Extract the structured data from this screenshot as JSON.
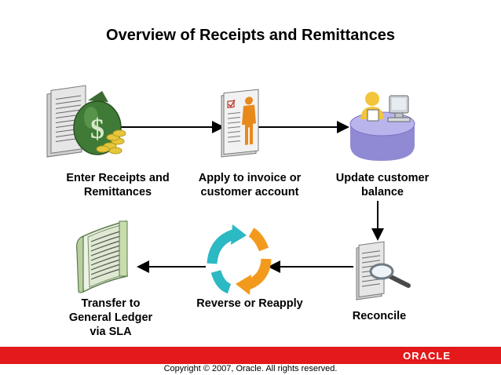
{
  "title": "Overview of Receipts and Remittances",
  "steps": {
    "enter": "Enter Receipts and Remittances",
    "apply": "Apply to invoice or customer account",
    "update": "Update customer balance",
    "reconcile": "Reconcile",
    "reverse": "Reverse or Reapply",
    "transfer": "Transfer to General Ledger via SLA"
  },
  "footer": {
    "logo": "ORACLE",
    "copyright": "Copyright © 2007, Oracle. All rights reserved."
  },
  "icons": {
    "enter": "document-money-bag-icon",
    "apply": "invoice-person-icon",
    "update": "user-computer-desk-icon",
    "reconcile": "document-magnifier-icon",
    "reverse": "cycle-arrows-icon",
    "transfer": "ledger-book-icon"
  },
  "colors": {
    "accent_red": "#e3191b",
    "cycle_teal": "#2bb9c4",
    "cycle_orange": "#f39a1d"
  }
}
